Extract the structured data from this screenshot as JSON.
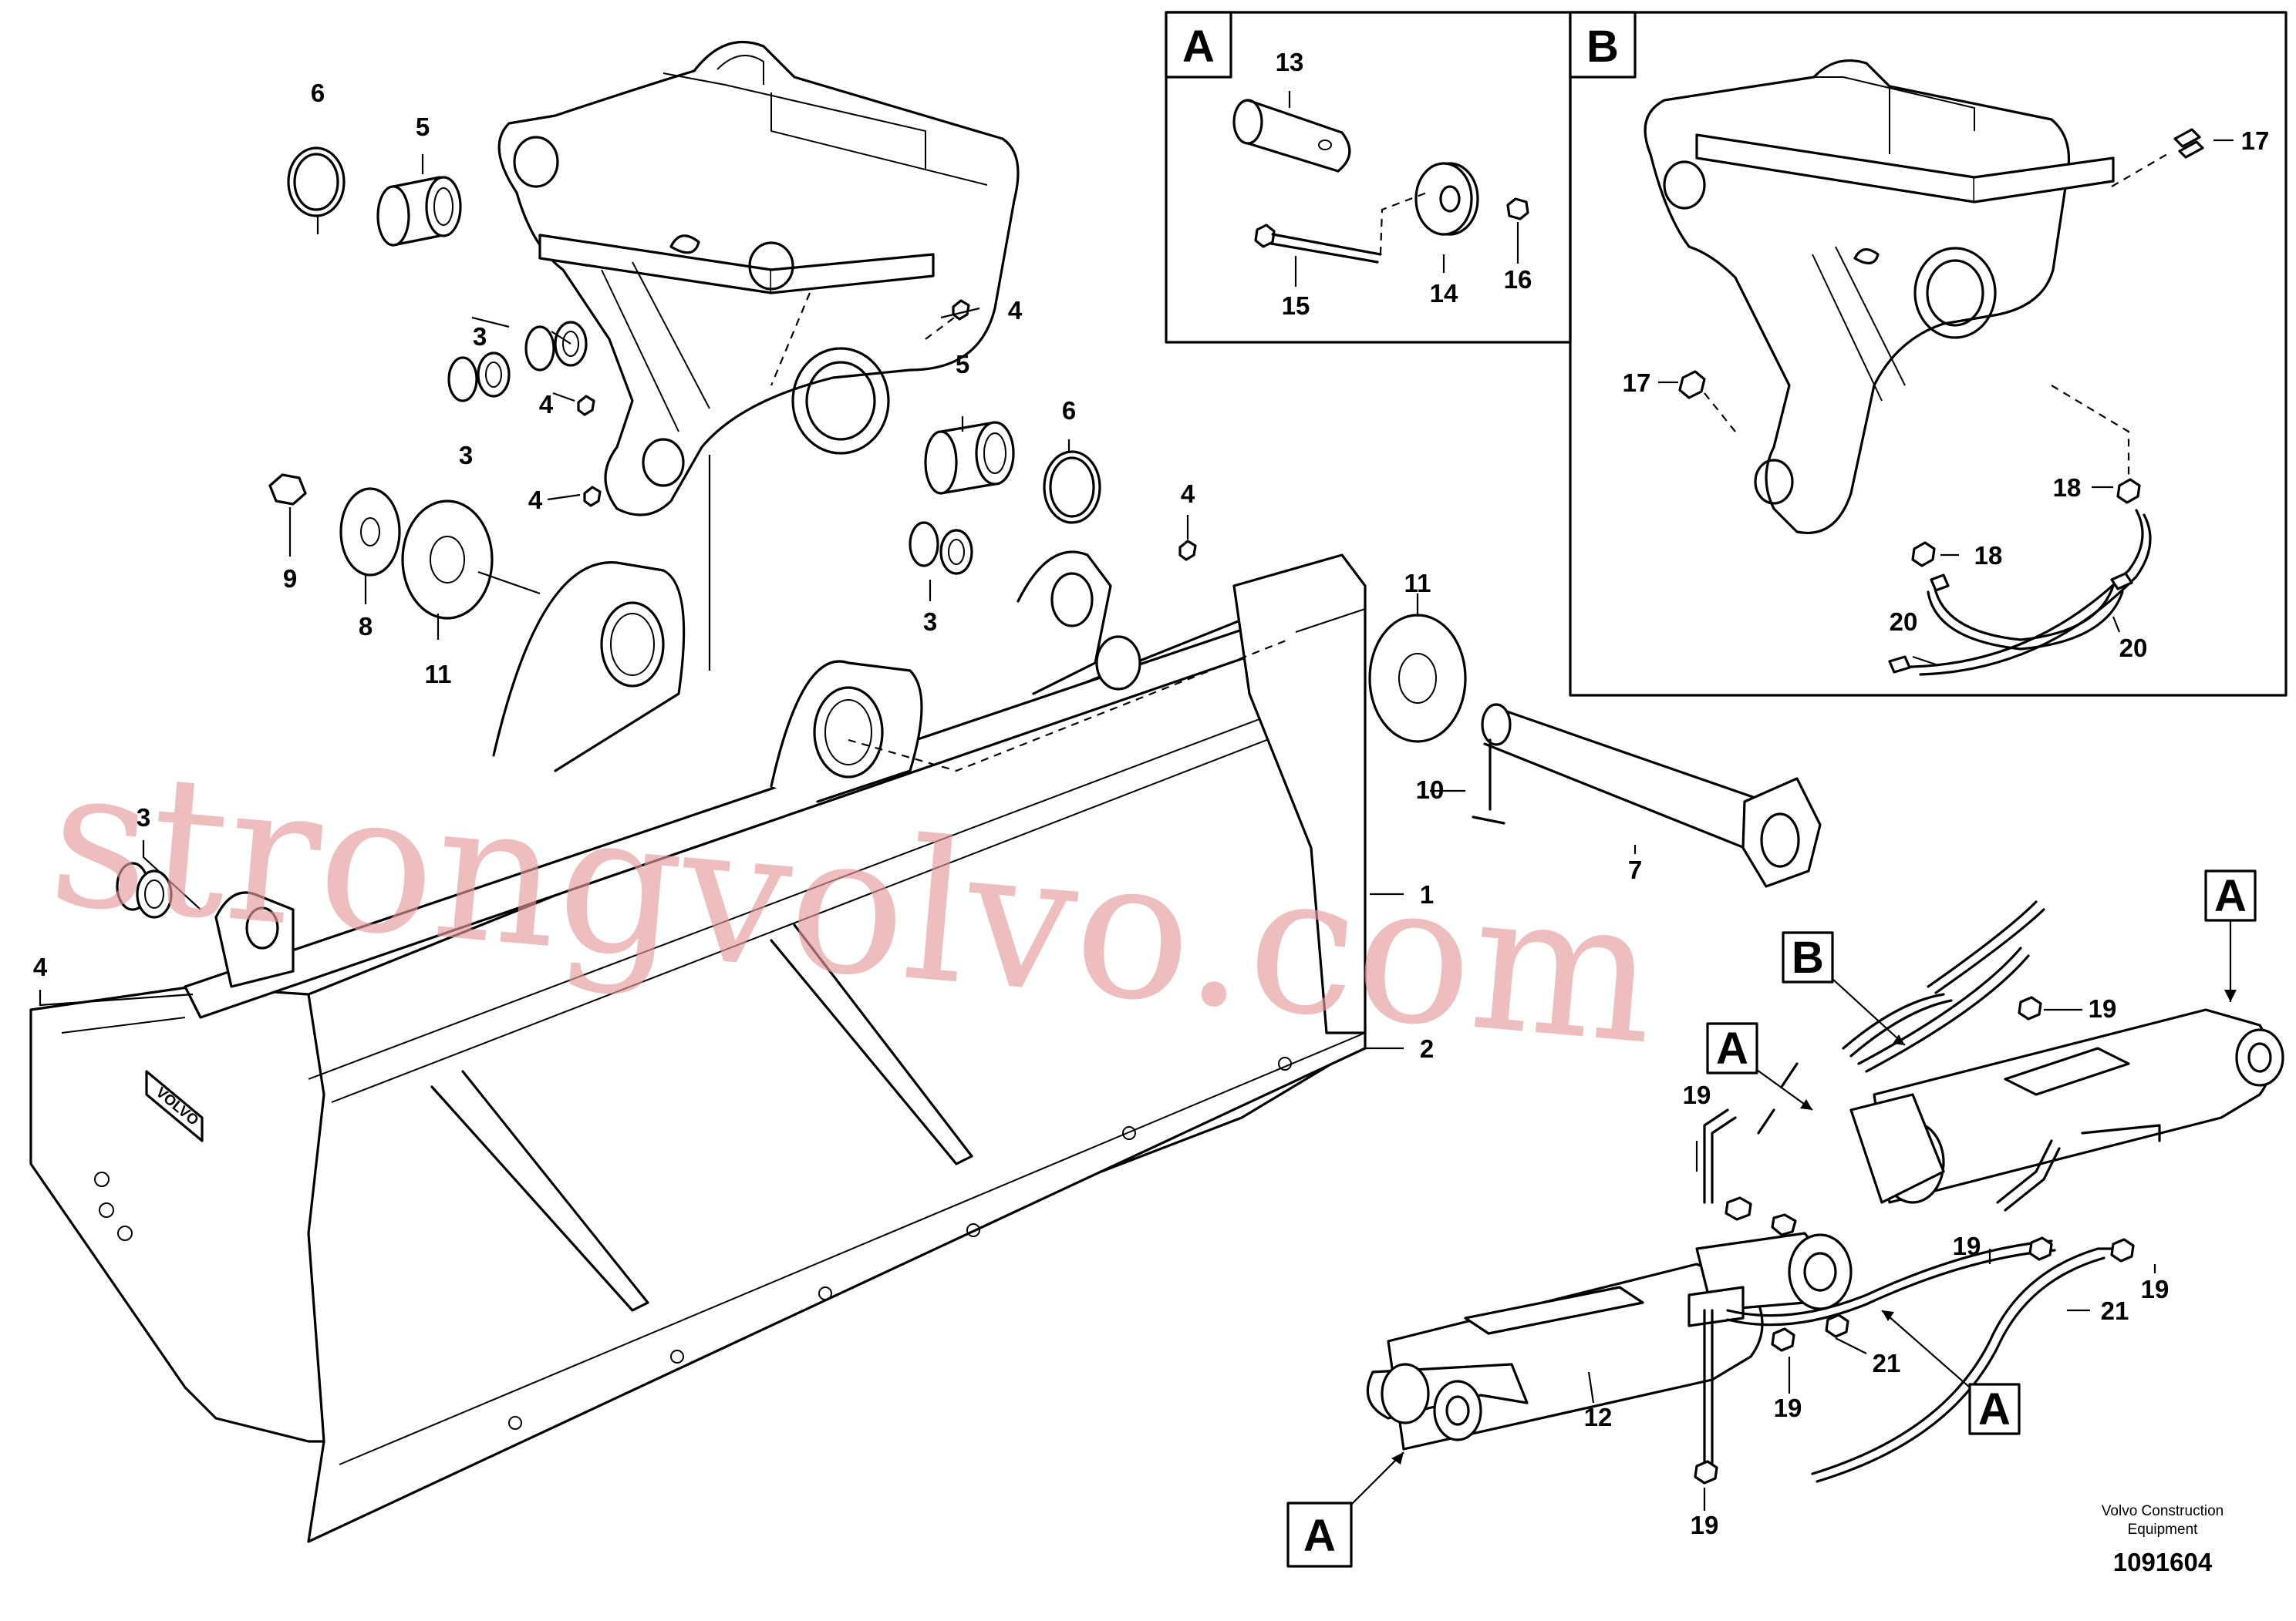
{
  "part_numbers": {
    "p1": "1",
    "p2": "2",
    "p3": "3",
    "p4": "4",
    "p5": "5",
    "p6": "6",
    "p7": "7",
    "p8": "8",
    "p9": "9",
    "p10": "10",
    "p11": "11",
    "p12": "12",
    "p13": "13",
    "p14": "14",
    "p15": "15",
    "p16": "16",
    "p17": "17",
    "p18": "18",
    "p19": "19",
    "p20": "20",
    "p21": "21"
  },
  "detail_labels": {
    "a": "A",
    "b": "B"
  },
  "footer": {
    "company_line1": "Volvo Construction",
    "company_line2": "Equipment",
    "drawing_number": "1091604"
  },
  "watermark": "strongvolvo.com",
  "logo_text": "VOLVO",
  "colors": {
    "watermark": "#e59a9a",
    "line": "#000000",
    "background": "#ffffff"
  }
}
